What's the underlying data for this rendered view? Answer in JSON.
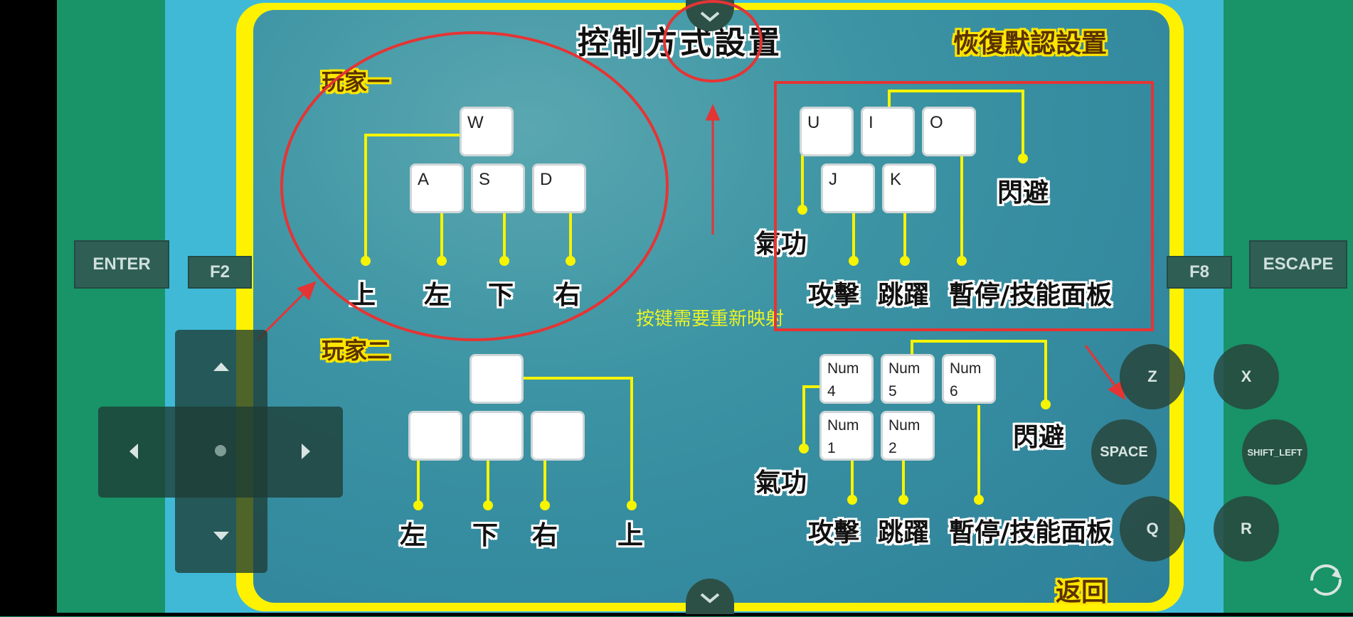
{
  "screen": {
    "title": "控制方式設置",
    "reset_label": "恢復默認設置",
    "back_label": "返回",
    "annotation_note": "按键需要重新映射"
  },
  "player1": {
    "label": "玩家一",
    "move_keys": {
      "up": "W",
      "left": "A",
      "down": "S",
      "right": "D"
    },
    "move_labels": {
      "up": "上",
      "left": "左",
      "down": "下",
      "right": "右"
    },
    "action_keys": {
      "qigong": "U",
      "jump_top": "I",
      "dodge": "O",
      "attack": "J",
      "jump": "K"
    },
    "action_labels": {
      "qigong": "氣功",
      "dodge": "閃避",
      "attack": "攻擊",
      "jump": "跳躍",
      "pause": "暫停/技能面板"
    }
  },
  "player2": {
    "label": "玩家二",
    "move_labels": {
      "left": "左",
      "down": "下",
      "right": "右",
      "up": "上"
    },
    "action_keys": {
      "k4": "Num 4",
      "k5": "Num 5",
      "k6": "Num 6",
      "k1": "Num 1",
      "k2": "Num 2"
    },
    "action_labels": {
      "qigong": "氣功",
      "dodge": "閃避",
      "attack": "攻擊",
      "jump": "跳躍",
      "pause": "暫停/技能面板"
    }
  },
  "overlay": {
    "enter": "ENTER",
    "f2": "F2",
    "f8": "F8",
    "escape": "ESCAPE",
    "z": "Z",
    "x": "X",
    "space": "SPACE",
    "shift_left": "SHIFT_LEFT",
    "q": "Q",
    "r": "R"
  },
  "colors": {
    "panel_border": "#fff200",
    "connector": "#f6f400",
    "annotation_red": "#e53434",
    "overlay_green": "#199368"
  }
}
